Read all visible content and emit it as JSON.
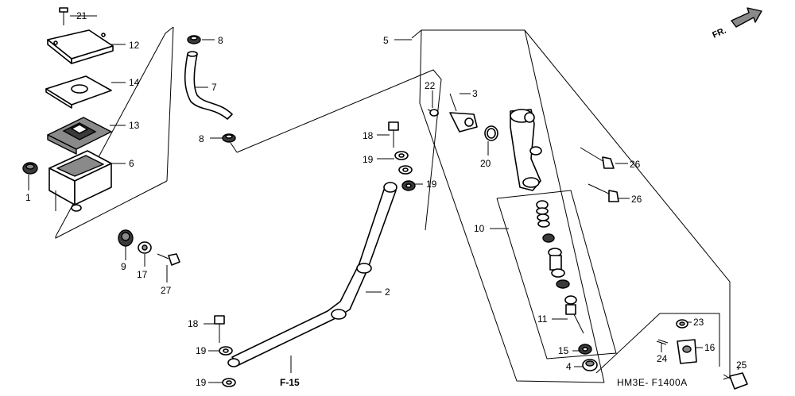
{
  "diagram": {
    "figure_code": "HM3E- F1400A",
    "orientation_arrow": "FR.",
    "reference_label": "F-15",
    "callouts": {
      "c21": "21",
      "c12": "12",
      "c14": "14",
      "c13": "13",
      "c6": "6",
      "c1": "1",
      "c8a": "8",
      "c7": "7",
      "c8b": "8",
      "c9": "9",
      "c17": "17",
      "c27": "27",
      "c18a": "18",
      "c19a": "19",
      "c19b": "19",
      "c18b": "18",
      "c19c": "19",
      "c19d": "19",
      "c2": "2",
      "c5": "5",
      "c22": "22",
      "c3": "3",
      "c20": "20",
      "c26a": "26",
      "c26b": "26",
      "c10": "10",
      "c11": "11",
      "c15": "15",
      "c4": "4",
      "c23": "23",
      "c24": "24",
      "c16": "16",
      "c25": "25"
    }
  }
}
